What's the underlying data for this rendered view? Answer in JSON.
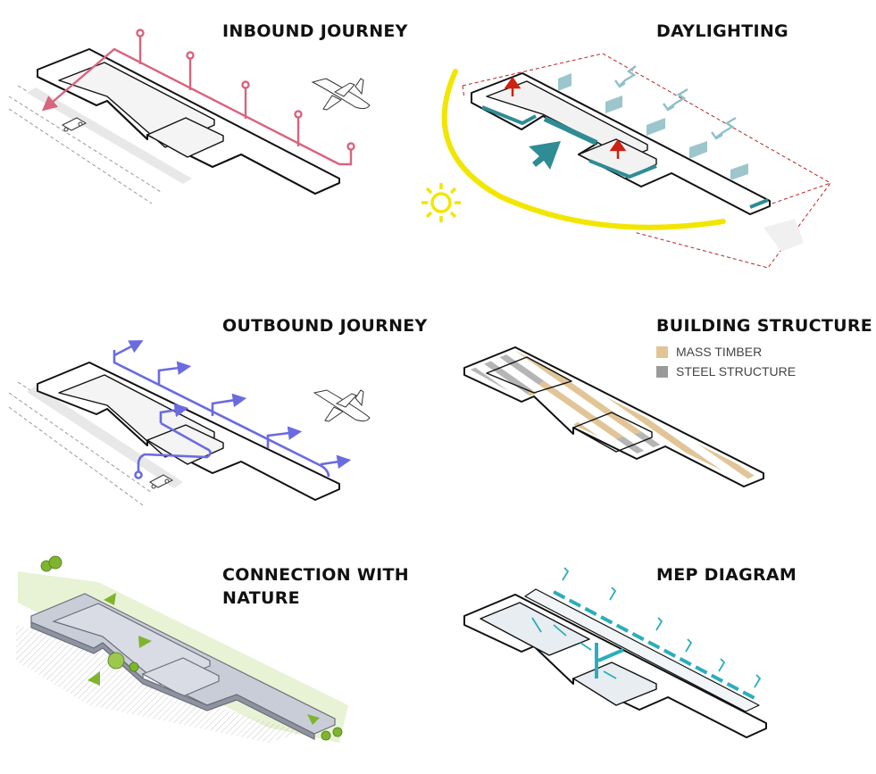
{
  "panels": {
    "inbound": {
      "title": "INBOUND JOURNEY",
      "route_color": "#d8647e"
    },
    "daylight": {
      "title": "DAYLIGHTING",
      "sun_color": "#f2e600",
      "accent_color": "#2f8c94"
    },
    "outbound": {
      "title": "OUTBOUND JOURNEY",
      "route_color": "#6b6be0"
    },
    "structure": {
      "title": "BUILDING STRUCTURE",
      "legend": [
        {
          "label": "MASS TIMBER",
          "color": "#e2c597"
        },
        {
          "label": "STEEL STRUCTURE",
          "color": "#9a9a9a"
        }
      ]
    },
    "nature": {
      "title_line1": "CONNECTION WITH",
      "title_line2": "NATURE",
      "green_color": "#7fb52e"
    },
    "mep": {
      "title": "MEP DIAGRAM",
      "duct_color": "#2aaebb"
    }
  }
}
